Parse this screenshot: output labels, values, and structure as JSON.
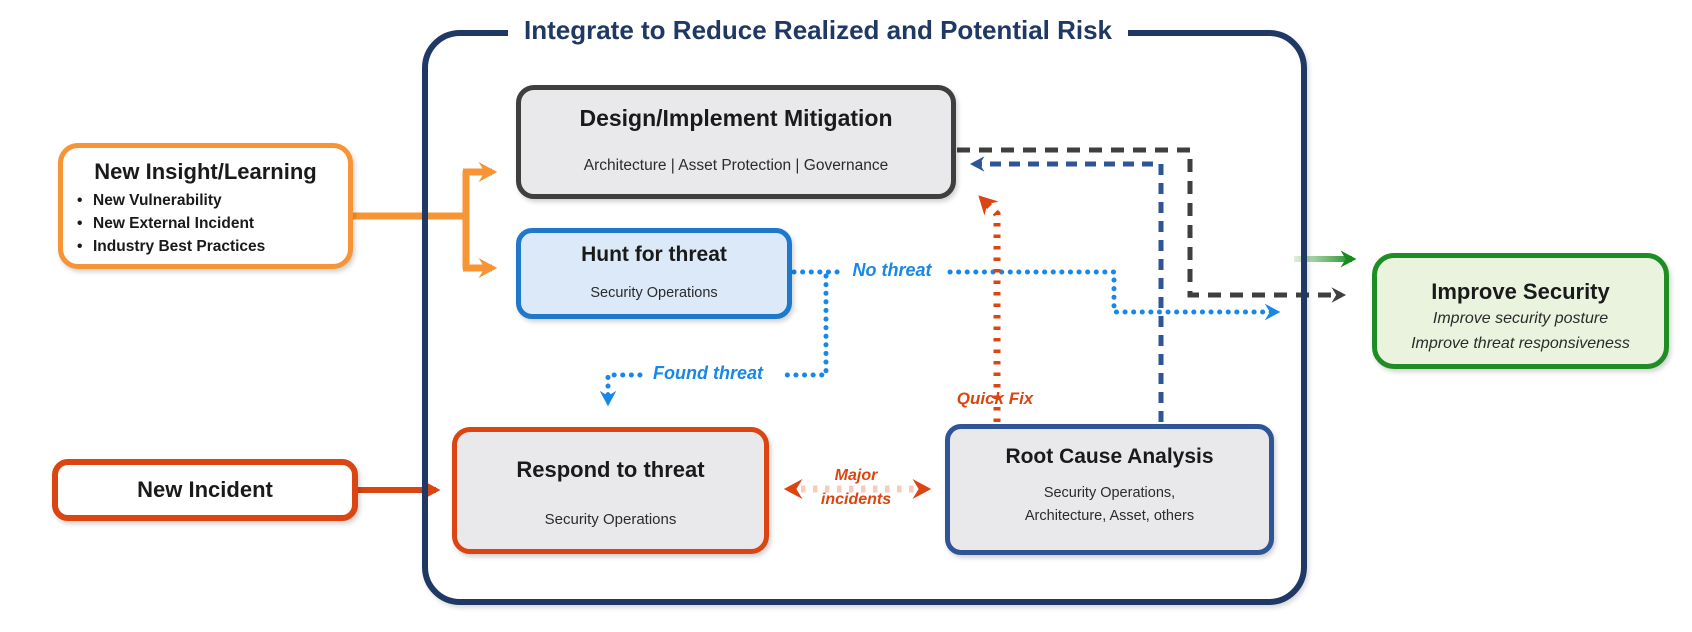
{
  "diagram": {
    "frame_title": "Integrate to Reduce Realized and Potential Risk",
    "boxes": {
      "new_insight": {
        "title": "New Insight/Learning",
        "bullets": [
          "New Vulnerability",
          "New External Incident",
          "Industry Best Practices"
        ]
      },
      "new_incident": {
        "title": "New Incident"
      },
      "mitigation": {
        "title": "Design/Implement Mitigation",
        "subtitle": "Architecture | Asset Protection | Governance"
      },
      "hunt": {
        "title": "Hunt for threat",
        "subtitle": "Security Operations"
      },
      "respond": {
        "title": "Respond to threat",
        "subtitle": "Security Operations"
      },
      "root_cause": {
        "title": "Root Cause Analysis",
        "subtitle_line1": "Security Operations,",
        "subtitle_line2": "Architecture, Asset, others"
      },
      "improve_security": {
        "title": "Improve Security",
        "subtitle_line1": "Improve security posture",
        "subtitle_line2": "Improve threat responsiveness"
      }
    },
    "edge_labels": {
      "no_threat": "No threat",
      "found_threat": "Found threat",
      "quick_fix": "Quick Fix",
      "major_line1": "Major",
      "major_line2": "incidents"
    },
    "colors": {
      "container_border": "#1F3864",
      "orange": "#F79435",
      "red_orange": "#DB4511",
      "blue_border": "#1E78CC",
      "light_blue": "#1787E8",
      "navy_dashed": "#2F5597",
      "dark_gray": "#3F3F3F",
      "green": "#1E8E24",
      "gray_fill": "#E9E9EB",
      "blue_fill": "#DBE9F8",
      "green_fill": "#E9F3DE"
    }
  }
}
